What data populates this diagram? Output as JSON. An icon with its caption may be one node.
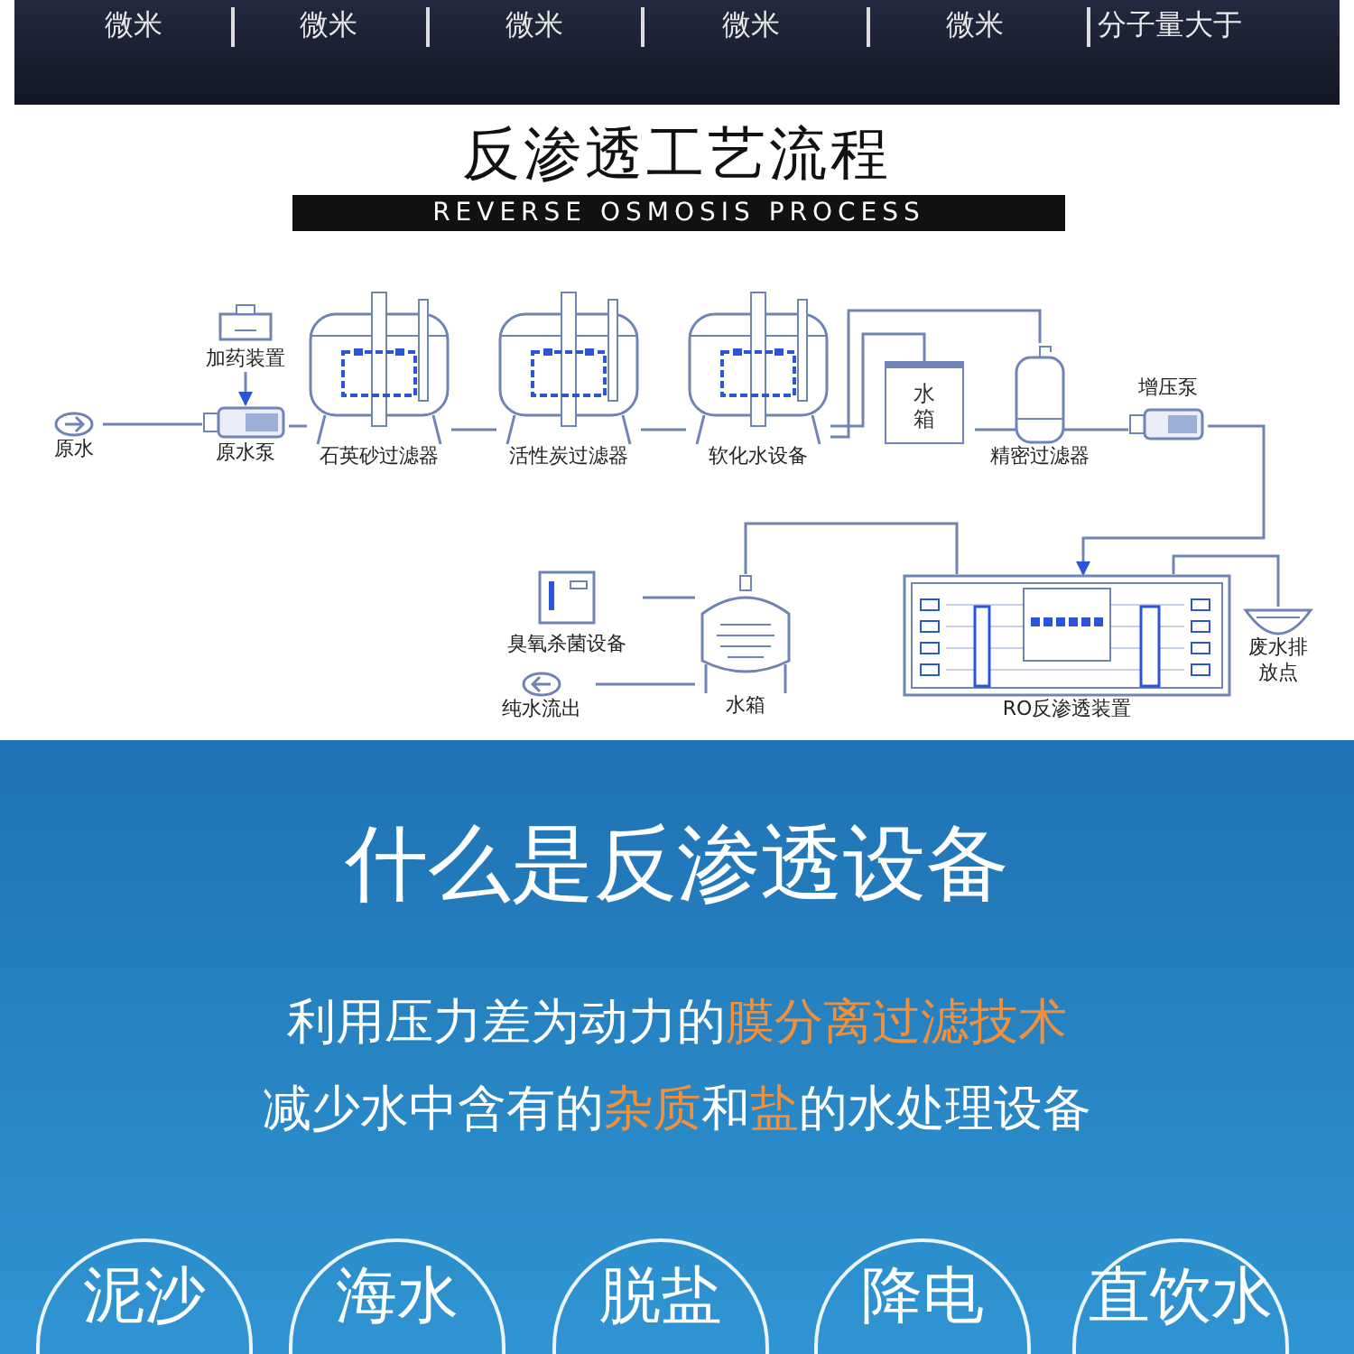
{
  "diagram": {
    "title": "反渗透工艺流程",
    "nodes": [
      {
        "text": [
          "原水"
        ]
      },
      {
        "text": [
          "加药装置"
        ]
      },
      {
        "text": [
          "原水泵"
        ]
      },
      {
        "text": [
          "石英砂过滤器"
        ]
      },
      {
        "text": [
          "活性炭过滤器"
        ]
      },
      {
        "text": [
          "软化水设备"
        ]
      },
      {
        "text": [
          "水箱"
        ]
      },
      {
        "text": [
          "精密过滤器"
        ]
      },
      {
        "text": [
          "增压泵"
        ]
      },
      {
        "text": [
          "臭氧杀菌设备"
        ]
      },
      {
        "text": [
          "水箱"
        ]
      },
      {
        "text": [
          "RO反渗透装置"
        ]
      },
      {
        "text": [
          "废水排放点"
        ]
      },
      {
        "text": [
          "纯水流出"
        ]
      },
      {
        "text": [
          "泥沙"
        ]
      },
      {
        "text": [
          "海水"
        ]
      },
      {
        "text": [
          "脱盐"
        ]
      },
      {
        "text": [
          "降电"
        ]
      },
      {
        "text": [
          "直饮水"
        ]
      }
    ],
    "edges": [
      {
        "from": 0,
        "to": 2,
        "arrow": "none"
      },
      {
        "from": 1,
        "to": 2,
        "arrow": "to"
      },
      {
        "from": 2,
        "to": 3,
        "arrow": "none"
      },
      {
        "from": 3,
        "to": 4,
        "arrow": "none"
      },
      {
        "from": 4,
        "to": 5,
        "arrow": "none"
      },
      {
        "from": 5,
        "to": 6,
        "arrow": "none"
      },
      {
        "from": 5,
        "to": 7,
        "arrow": "none"
      },
      {
        "from": 7,
        "to": 8,
        "arrow": "none"
      },
      {
        "from": 8,
        "to": 11,
        "arrow": "to"
      },
      {
        "from": 11,
        "to": 10,
        "arrow": "none"
      },
      {
        "from": 11,
        "to": 12,
        "arrow": "none"
      },
      {
        "from": 9,
        "to": 10,
        "arrow": "none"
      },
      {
        "from": 10,
        "to": 13,
        "arrow": "none"
      }
    ],
    "labels": [
      "微米",
      "微米",
      "微米",
      "微米",
      "微米",
      "分子量大于",
      "REVERSE OSMOSIS PROCESS",
      "什么是反渗透设备",
      "利用压力差为动力的**膜分离过滤技术**",
      "减少水中含有的**杂质**和**盐**的水处理设备"
    ]
  }
}
